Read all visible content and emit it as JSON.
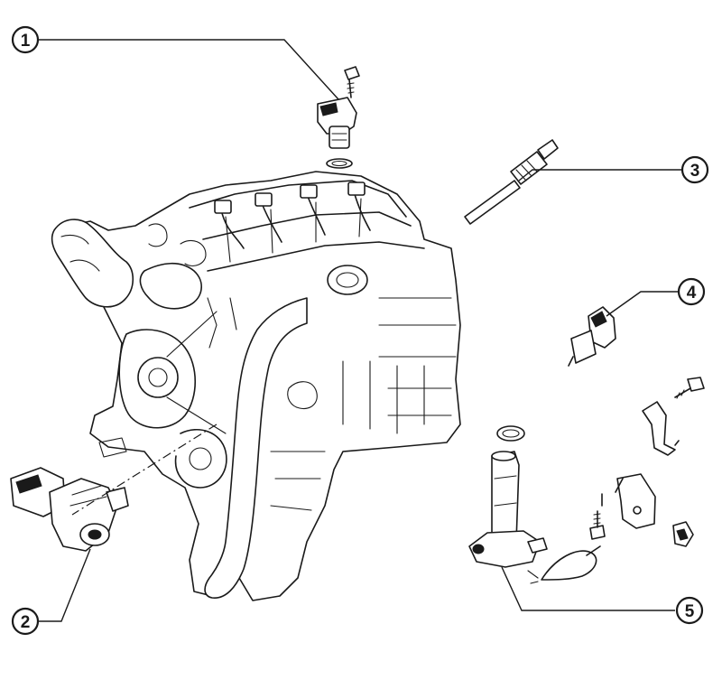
{
  "callouts": [
    {
      "label": "1"
    },
    {
      "label": "2"
    },
    {
      "label": "3"
    },
    {
      "label": "4"
    },
    {
      "label": "5"
    }
  ],
  "colors": {
    "ink": "#1a1a1a",
    "background": "#ffffff"
  }
}
